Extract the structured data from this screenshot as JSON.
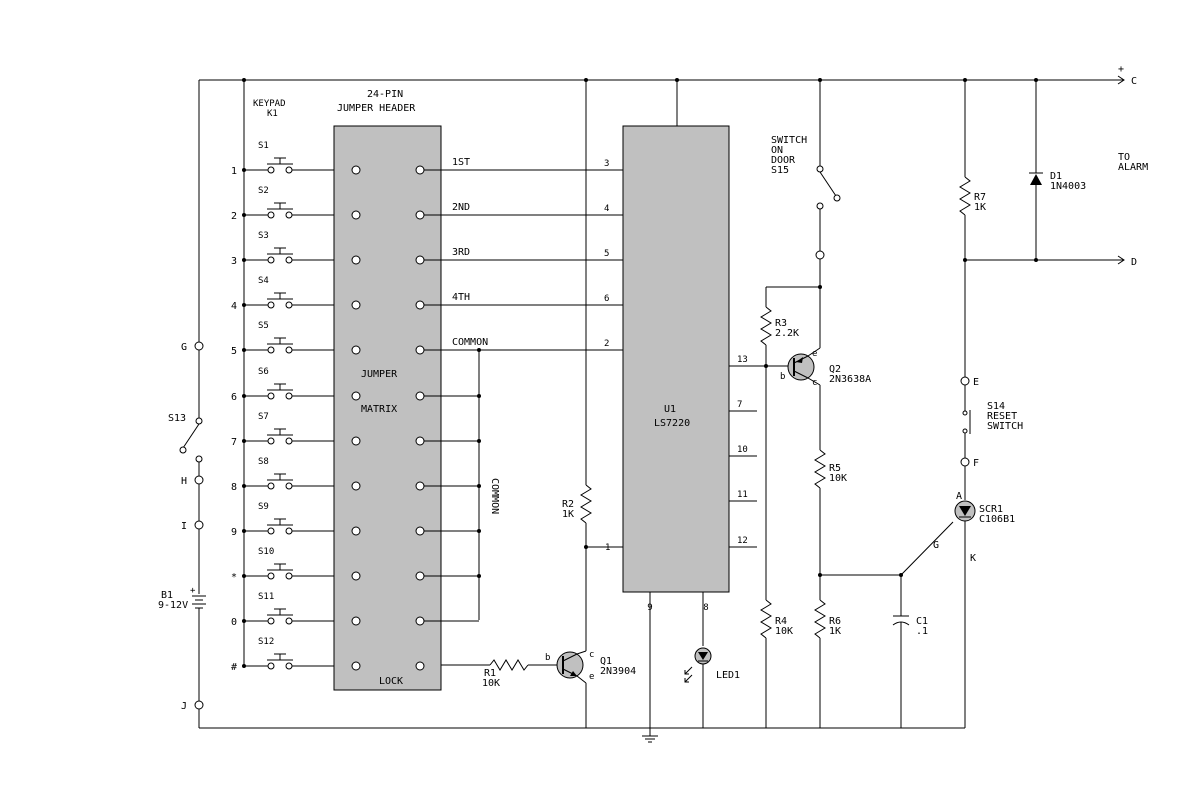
{
  "header": {
    "title": "24-PIN",
    "subtitle": "JUMPER HEADER"
  },
  "keypad": {
    "title": "KEYPAD",
    "ref": "K1",
    "rows": [
      {
        "key": "1",
        "switch": "S1"
      },
      {
        "key": "2",
        "switch": "S2"
      },
      {
        "key": "3",
        "switch": "S3"
      },
      {
        "key": "4",
        "switch": "S4"
      },
      {
        "key": "5",
        "switch": "S5"
      },
      {
        "key": "6",
        "switch": "S6"
      },
      {
        "key": "7",
        "switch": "S7"
      },
      {
        "key": "8",
        "switch": "S8"
      },
      {
        "key": "9",
        "switch": "S9"
      },
      {
        "key": "*",
        "switch": "S10"
      },
      {
        "key": "0",
        "switch": "S11"
      },
      {
        "key": "#",
        "switch": "S12"
      }
    ]
  },
  "jumper_labels": {
    "line1": "JUMPER",
    "line2": "MATRIX",
    "lock": "LOCK"
  },
  "code_lines": [
    "1ST",
    "2ND",
    "3RD",
    "4TH",
    "COMMON"
  ],
  "common_vertical": "COMMON",
  "ic": {
    "ref": "U1",
    "part": "LS7220",
    "left_pins": [
      "3",
      "4",
      "5",
      "6",
      "2",
      "1"
    ],
    "right_pins": [
      "13",
      "7",
      "10",
      "11",
      "12"
    ],
    "bottom_pins": [
      "9",
      "8"
    ]
  },
  "terminals": {
    "c": "C",
    "d": "D",
    "e": "E",
    "f": "F",
    "g": "G",
    "h": "H",
    "i": "I",
    "j": "J",
    "plus": "+"
  },
  "alarm": {
    "line1": "TO",
    "line2": "ALARM"
  },
  "components": {
    "s13": "S13",
    "battery": {
      "ref": "B1",
      "value": "9-12V",
      "plus": "+"
    },
    "r1": {
      "ref": "R1",
      "value": "10K"
    },
    "r2": {
      "ref": "R2",
      "value": "1K"
    },
    "r3": {
      "ref": "R3",
      "value": "2.2K"
    },
    "r4": {
      "ref": "R4",
      "value": "10K"
    },
    "r5": {
      "ref": "R5",
      "value": "10K"
    },
    "r6": {
      "ref": "R6",
      "value": "1K"
    },
    "r7": {
      "ref": "R7",
      "value": "1K"
    },
    "q1": {
      "ref": "Q1",
      "part": "2N3904",
      "b": "b",
      "c": "c",
      "e": "e"
    },
    "q2": {
      "ref": "Q2",
      "part": "2N3638A",
      "b": "b",
      "c": "c",
      "e": "e"
    },
    "led": {
      "ref": "LED1"
    },
    "c1": {
      "ref": "C1",
      "value": ".1"
    },
    "d1": {
      "ref": "D1",
      "part": "1N4003"
    },
    "scr": {
      "ref": "SCR1",
      "part": "C106B1",
      "a": "A",
      "g": "G",
      "k": "K"
    },
    "s14": {
      "line1": "S14",
      "line2": "RESET",
      "line3": "SWITCH"
    },
    "s15": {
      "line1": "SWITCH",
      "line2": "ON",
      "line3": "DOOR",
      "line4": "S15"
    }
  },
  "colors": {
    "ic_fill": "#c0c0c0",
    "wire": "#000000"
  }
}
